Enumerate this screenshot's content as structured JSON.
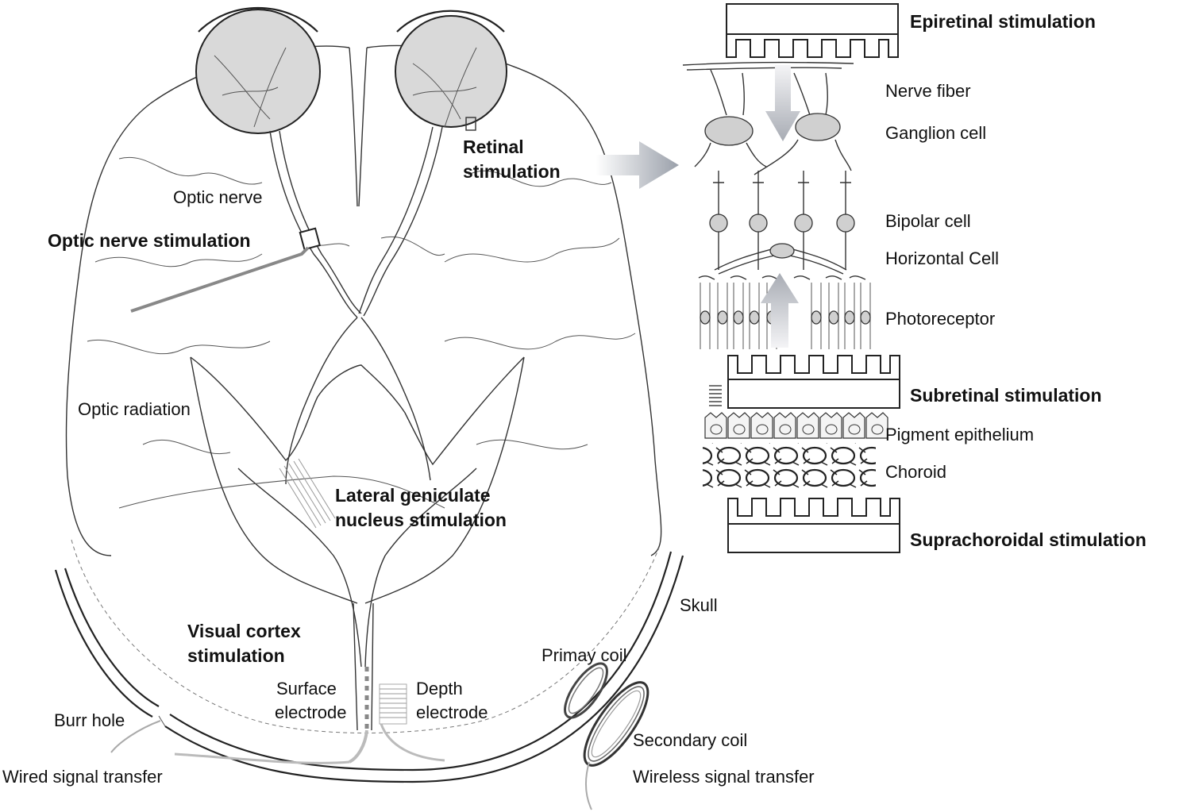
{
  "colors": {
    "line": "#333333",
    "eye_fill": "#d9d9d9",
    "cell_fill": "#d0d0d0",
    "arrow": "#b8bcc4",
    "electrode": "#888888"
  },
  "labels": {
    "optic_nerve": "Optic nerve",
    "optic_nerve_stimulation": "Optic nerve stimulation",
    "retinal_stimulation_1": "Retinal",
    "retinal_stimulation_2": "stimulation",
    "optic_radiation": "Optic radiation",
    "lgn_stimulation_1": "Lateral geniculate",
    "lgn_stimulation_2": "nucleus stimulation",
    "visual_cortex_stimulation_1": "Visual cortex",
    "visual_cortex_stimulation_2": "stimulation",
    "surface_electrode_1": "Surface",
    "surface_electrode_2": "electrode",
    "depth_electrode_1": "Depth",
    "depth_electrode_2": "electrode",
    "skull": "Skull",
    "primary_coil": "Primay coil",
    "secondary_coil": "Secondary coil",
    "burr_hole": "Burr hole",
    "wired_signal_transfer": "Wired signal transfer",
    "wireless_signal_transfer": "Wireless signal transfer"
  },
  "retina": {
    "epiretinal_stimulation": "Epiretinal stimulation",
    "nerve_fiber": "Nerve fiber",
    "ganglion_cell": "Ganglion cell",
    "bipolar_cell": "Bipolar cell",
    "horizontal_cell": "Horizontal Cell",
    "photoreceptor": "Photoreceptor",
    "subretinal_stimulation": "Subretinal stimulation",
    "pigment_epithelium": "Pigment epithelium",
    "choroid": "Choroid",
    "suprachoroidal_stimulation": "Suprachoroidal stimulation"
  }
}
